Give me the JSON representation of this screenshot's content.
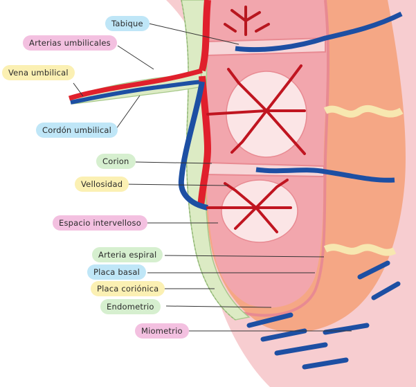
{
  "labels": {
    "tabique": "Tabique",
    "arterias_umbilicales": "Arterias umbilicales",
    "vena_umbilical": "Vena umbilical",
    "cordon_umbilical": "Cordón umbilical",
    "corion": "Corion",
    "vellosidad": "Vellosidad",
    "espacio_intervelloso": "Espacio intervelloso",
    "arteria_espiral": "Arteria espiral",
    "placa_basal": "Placa basal",
    "placa_corionica": "Placa coriónica",
    "endometrio": "Endometrio",
    "miometrio": "Miometrio"
  },
  "colors": {
    "label_blue": "#bfe6f7",
    "label_pink": "#f3c0e0",
    "label_yellow": "#fbf0b3",
    "label_green": "#d6efcf",
    "artery_red": "#e0202c",
    "vein_blue": "#1d4fa3",
    "intervillous_pink": "#f2a6ad",
    "myometrium_pink": "#f7cdd0",
    "decidua_orange": "#f4a078",
    "chorion_green": "#dcebc4"
  }
}
